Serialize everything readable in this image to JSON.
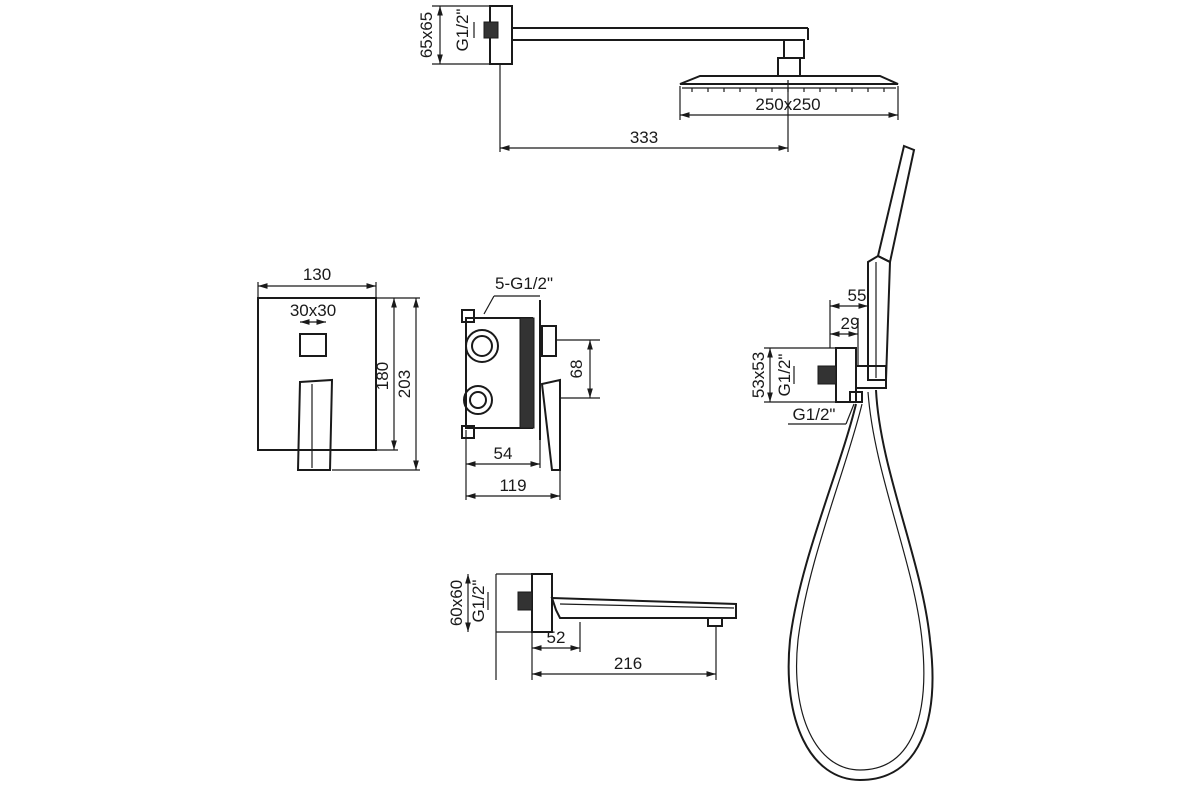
{
  "labels": {
    "arm_flange": "65x65",
    "arm_thread": "G1/2\"",
    "head_size": "250x250",
    "arm_length": "333",
    "plate_width": "130",
    "button_size": "30x30",
    "plate_height_inner": "180",
    "plate_height_outer": "203",
    "valve_ports": "5-G1/2\"",
    "valve_offset": "68",
    "valve_depth": "54",
    "valve_total_depth": "119",
    "holder_reach": "55",
    "holder_offset": "29",
    "holder_flange": "53x53",
    "holder_thread": "G1/2\"",
    "hose_thread": "G1/2\"",
    "spout_flange": "60x60",
    "spout_thread": "G1/2\"",
    "spout_offset": "52",
    "spout_length": "216"
  }
}
